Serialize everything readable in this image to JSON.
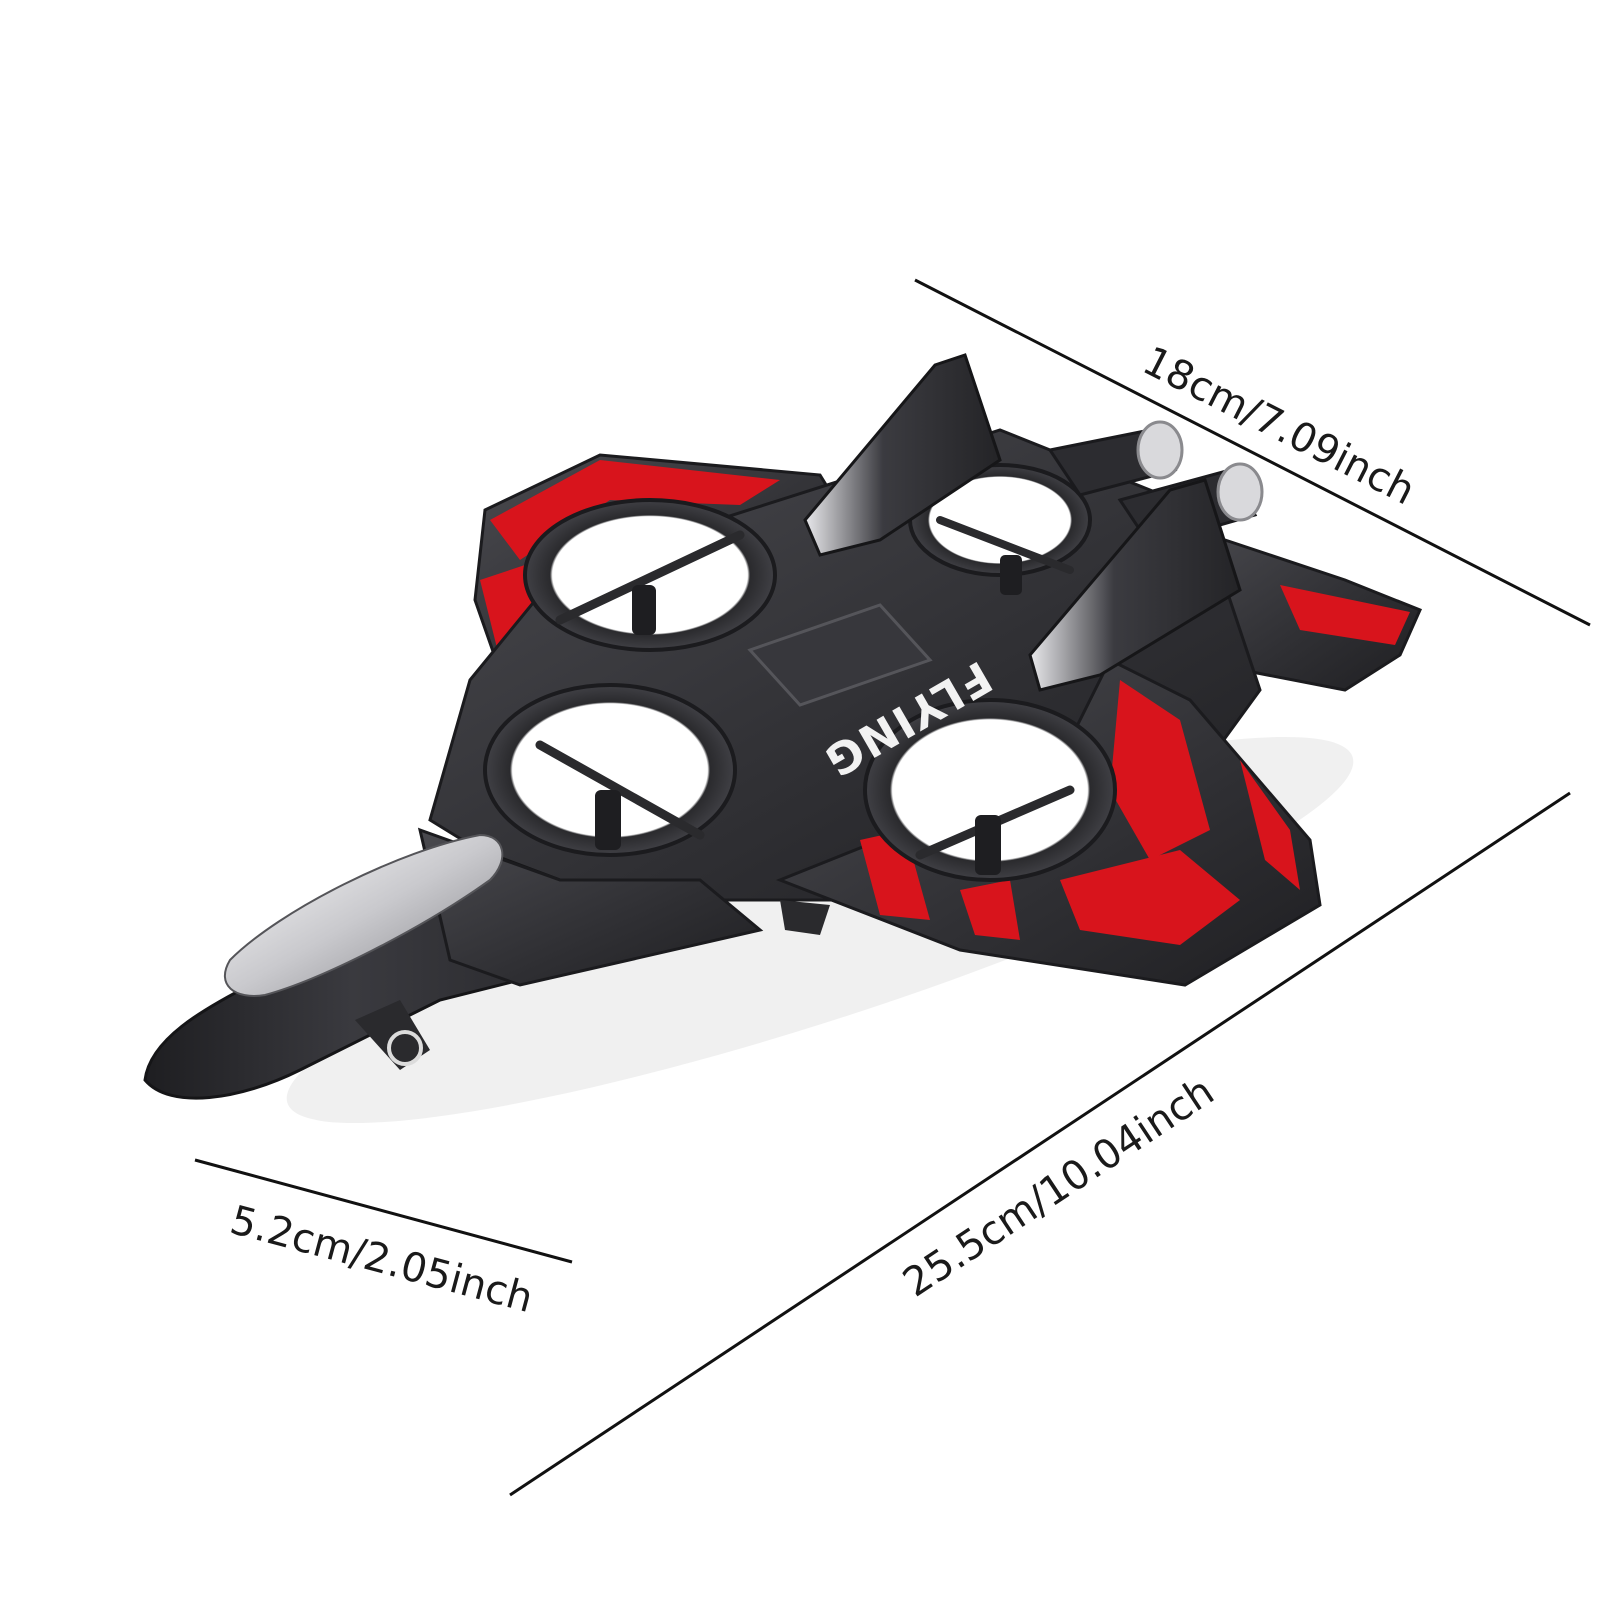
{
  "product": {
    "decal_text": "FLYING",
    "colors": {
      "body": "#2f2f33",
      "accent": "#d8141c",
      "highlight": "#e8e8ea",
      "background": "#ffffff",
      "dimension_line": "#111111"
    }
  },
  "dimensions": {
    "width_label": "18cm/7.09inch",
    "length_label": "25.5cm/10.04inch",
    "height_label": "5.2cm/2.05inch"
  }
}
